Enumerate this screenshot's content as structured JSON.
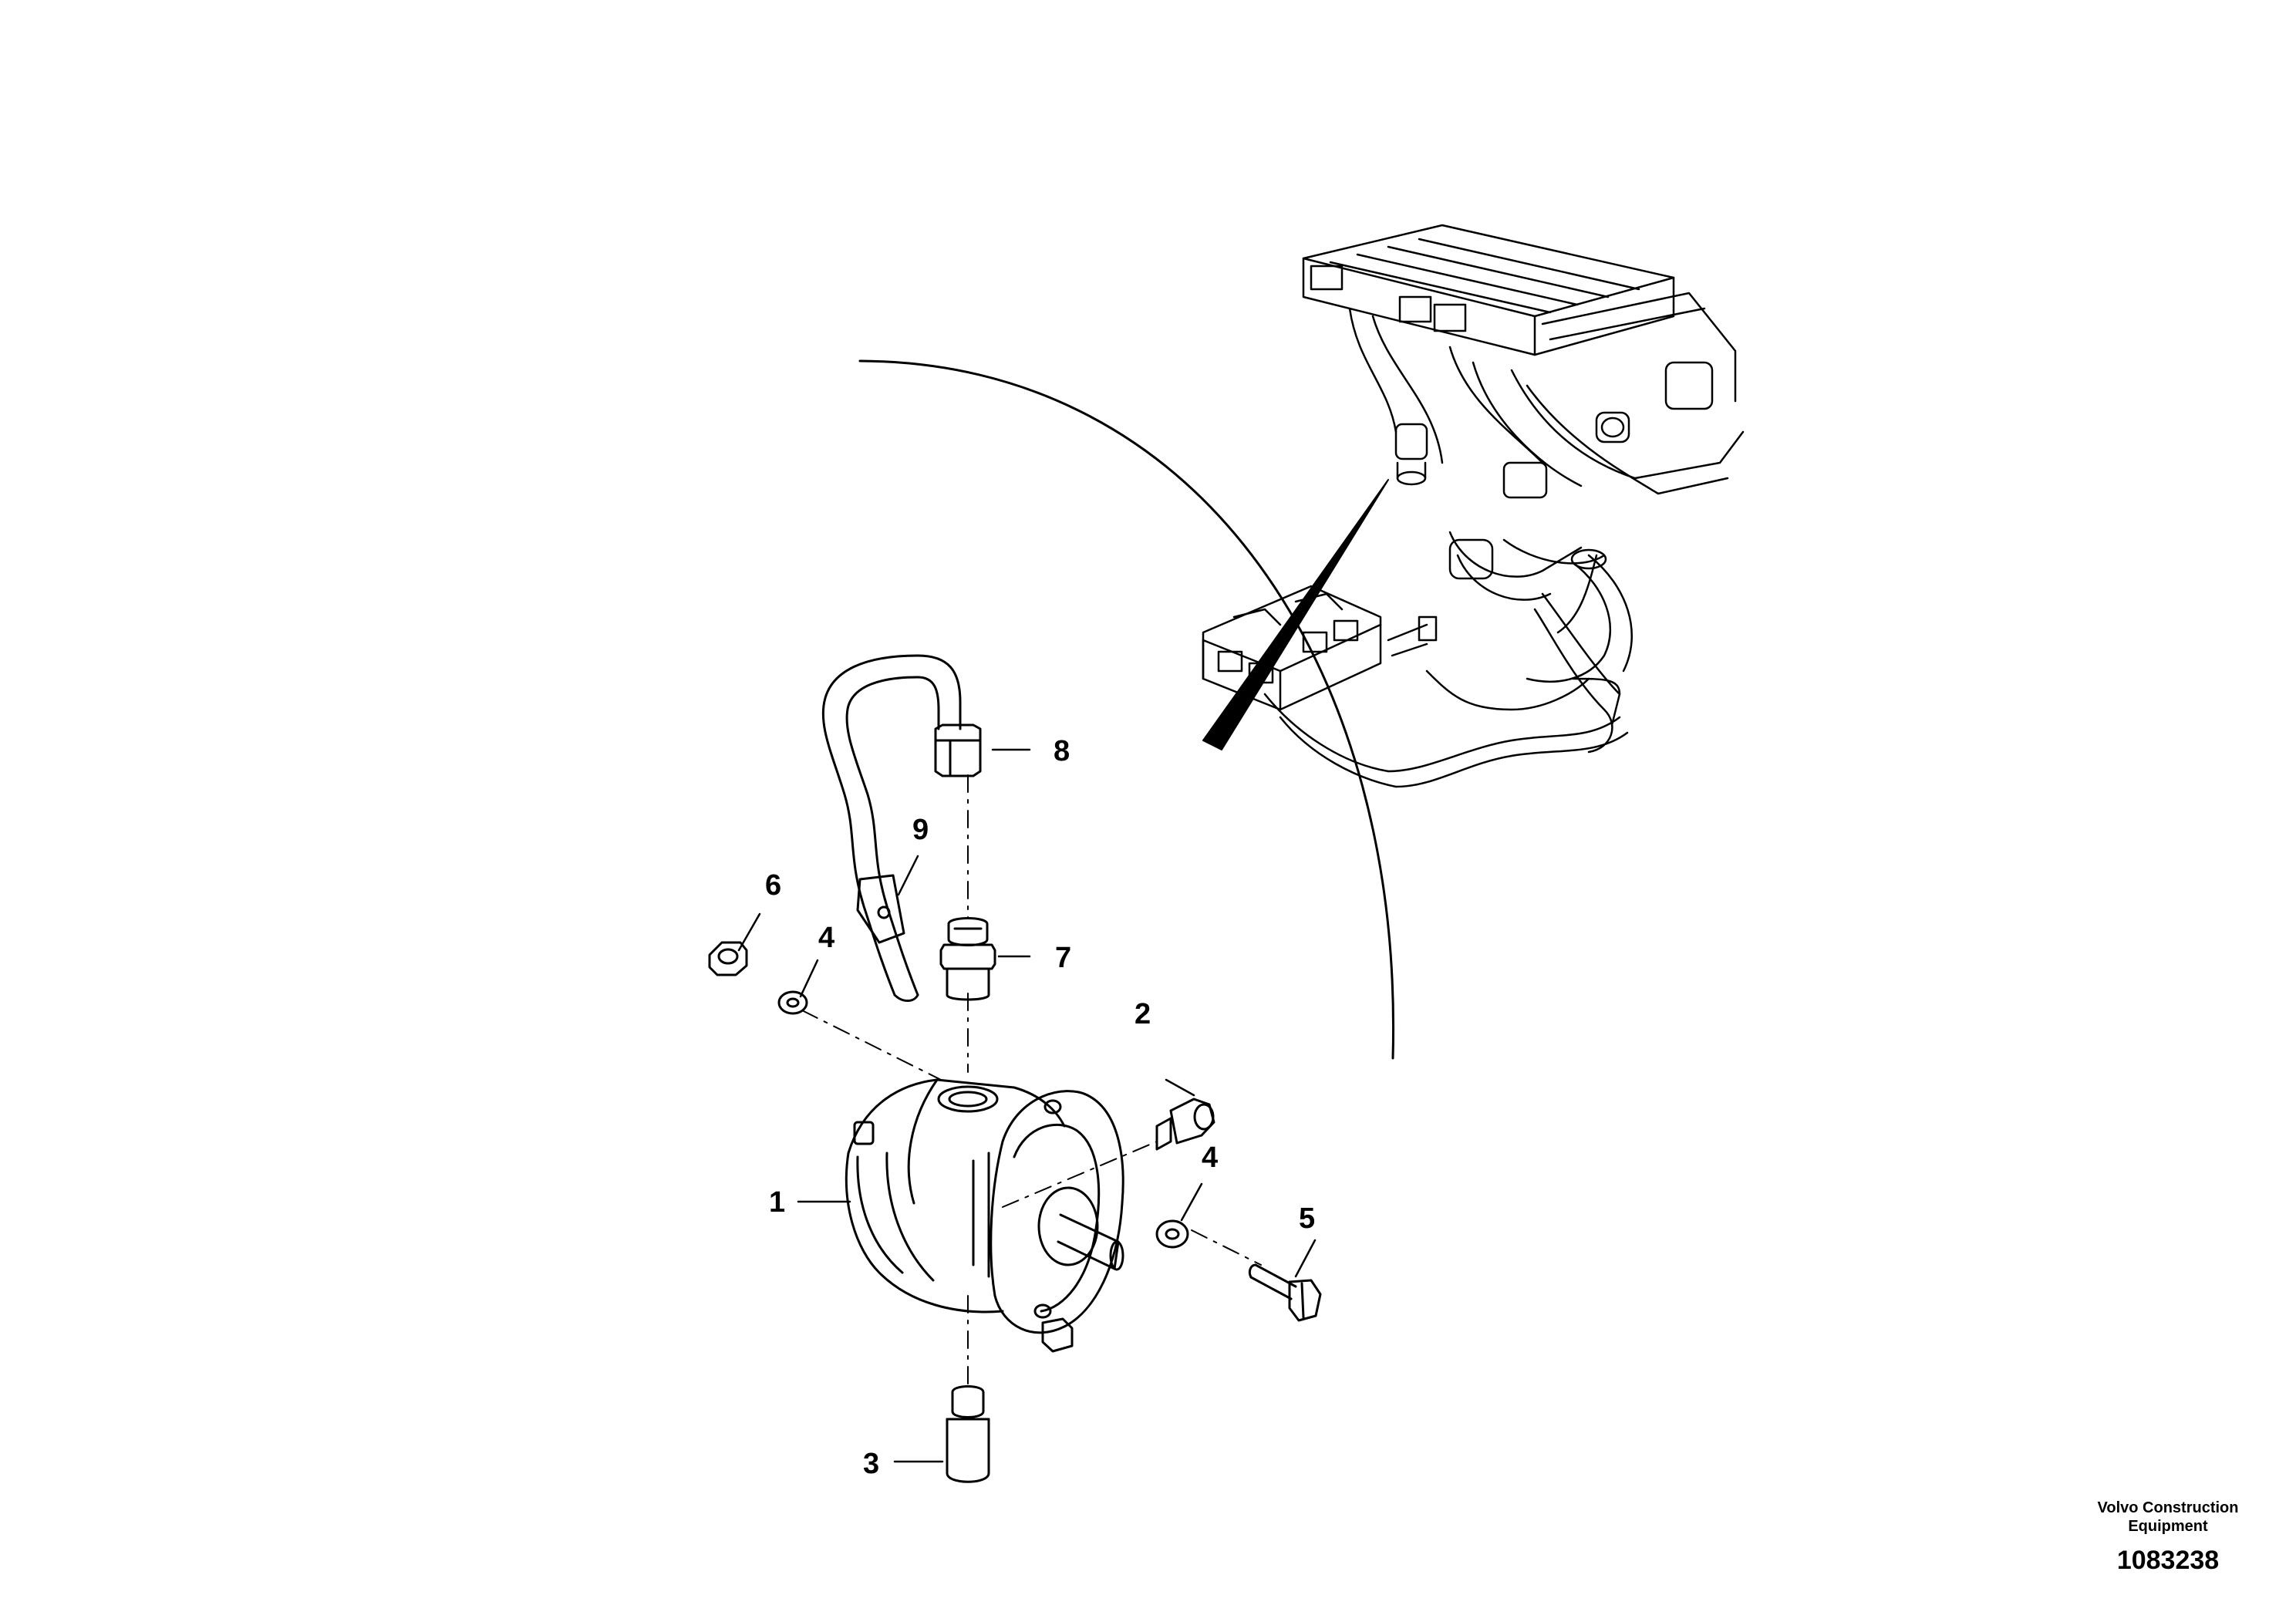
{
  "callouts": [
    {
      "id": "1",
      "label": "1"
    },
    {
      "id": "2",
      "label": "2"
    },
    {
      "id": "3",
      "label": "3"
    },
    {
      "id": "4a",
      "label": "4"
    },
    {
      "id": "4b",
      "label": "4"
    },
    {
      "id": "5",
      "label": "5"
    },
    {
      "id": "6",
      "label": "6"
    },
    {
      "id": "7",
      "label": "7"
    },
    {
      "id": "8",
      "label": "8"
    },
    {
      "id": "9",
      "label": "9"
    }
  ],
  "publisher": {
    "name_line1": "Volvo Construction",
    "name_line2": "Equipment",
    "illustration_number": "1083238"
  },
  "colors": {
    "line": "#000000",
    "background": "#ffffff"
  }
}
